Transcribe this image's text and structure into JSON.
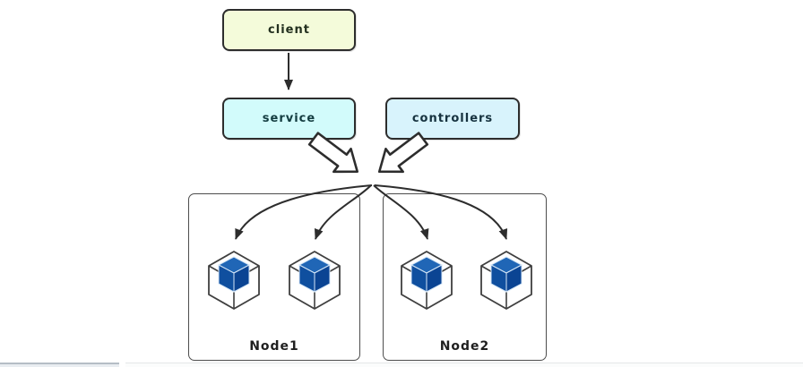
{
  "diagram": {
    "nodes": {
      "client": {
        "label": "client",
        "fill": "#f4fbda"
      },
      "service": {
        "label": "service",
        "fill": "#d2fbfb"
      },
      "controllers": {
        "label": "controllers",
        "fill": "#d8f3fc"
      },
      "node1": {
        "label": "Node1",
        "fill": "#ffffff"
      },
      "node2": {
        "label": "Node2",
        "fill": "#ffffff"
      }
    },
    "edges": [
      {
        "from": "client",
        "to": "service",
        "style": "solid-arrow"
      },
      {
        "from": "service",
        "to": "junction",
        "style": "hollow-block-arrow"
      },
      {
        "from": "controllers",
        "to": "junction",
        "style": "hollow-block-arrow"
      },
      {
        "from": "junction",
        "to": "node1-pod-1",
        "style": "curved-arrow"
      },
      {
        "from": "junction",
        "to": "node1-pod-2",
        "style": "curved-arrow"
      },
      {
        "from": "junction",
        "to": "node2-pod-1",
        "style": "curved-arrow"
      },
      {
        "from": "junction",
        "to": "node2-pod-2",
        "style": "curved-arrow"
      }
    ],
    "icons": {
      "pod": "cube-icon",
      "pod_count_node1": 2,
      "pod_count_node2": 2
    },
    "colors": {
      "box_border": "#2d2d2d",
      "arrow": "#333333",
      "cube_outline": "#3f3f3f",
      "cube_top": "#2066b6",
      "cube_left": "#0f4f9f",
      "cube_right": "#0b4493"
    }
  }
}
